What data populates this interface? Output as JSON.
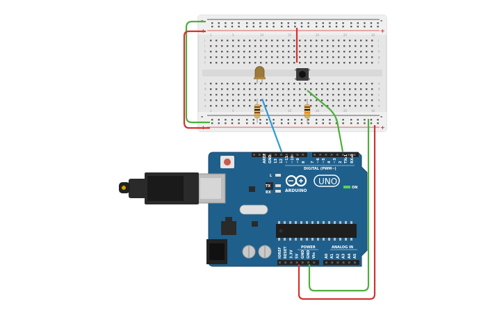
{
  "breadboard": {
    "rail_minus": "-",
    "rail_plus": "+",
    "row_letters_top": [
      "j",
      "i",
      "h",
      "g",
      "f"
    ],
    "row_letters_bottom": [
      "e",
      "d",
      "c",
      "b",
      "a"
    ],
    "column_numbers": [
      "1",
      "5",
      "10",
      "15",
      "20",
      "25",
      "30"
    ]
  },
  "arduino": {
    "brand": "ARDUINO",
    "model": "UNO",
    "on_label": "ON",
    "digital_header_label": "DIGITAL (PWM~)",
    "power_header_label": "POWER",
    "analog_header_label": "ANALOG IN",
    "led_l_label": "L",
    "tx_label": "TX",
    "rx_label": "RX",
    "aref_labels": [
      "AREF",
      "GND"
    ],
    "digital_pins": [
      "13",
      "12",
      "~11",
      "~10",
      "~9",
      "8",
      "7",
      "~6",
      "~5",
      "4",
      "~3",
      "2",
      "TX▸1",
      "RX◂0"
    ],
    "power_pins": [
      "IOREF",
      "RESET",
      "3.3V",
      "5V",
      "GND",
      "GND",
      "Vin"
    ],
    "analog_pins": [
      "A0",
      "A1",
      "A2",
      "A3",
      "A4",
      "A5"
    ]
  },
  "colors": {
    "board_blue": "#1f5f8b",
    "wire_red": "#d0322e",
    "wire_green": "#4caf3c",
    "wire_blue": "#2a9ad6",
    "led_body": "#9c7a3c"
  }
}
